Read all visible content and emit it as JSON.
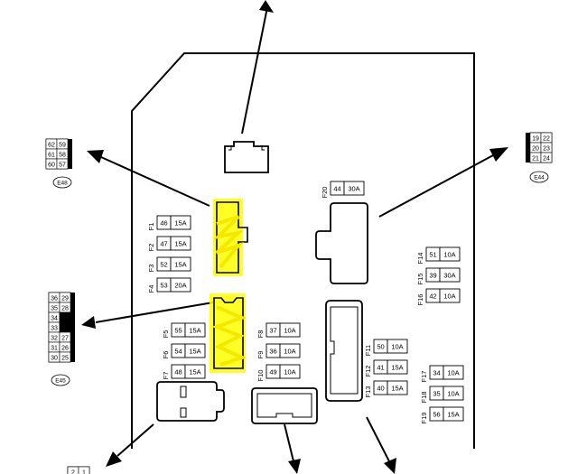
{
  "connectors": [
    {
      "id": "E48",
      "pins": [
        [
          "62",
          "59"
        ],
        [
          "61",
          "58"
        ],
        [
          "60",
          "57"
        ]
      ]
    },
    {
      "id": "E44",
      "pins": [
        [
          "19",
          "22"
        ],
        [
          "20",
          "23"
        ],
        [
          "21",
          "24"
        ]
      ]
    },
    {
      "id": "E45",
      "pins": [
        [
          "36",
          "29"
        ],
        [
          "35",
          "28"
        ],
        [
          "34",
          ""
        ],
        [
          "33",
          ""
        ],
        [
          "32",
          "27"
        ],
        [
          "31",
          "26"
        ],
        [
          "30",
          "25"
        ]
      ]
    },
    {
      "pins": [
        [
          "2",
          "1"
        ]
      ]
    }
  ],
  "fuses": [
    {
      "name": "F1",
      "pin": "46",
      "rating": "15A"
    },
    {
      "name": "F2",
      "pin": "47",
      "rating": "15A"
    },
    {
      "name": "F3",
      "pin": "52",
      "rating": "15A"
    },
    {
      "name": "F4",
      "pin": "53",
      "rating": "20A"
    },
    {
      "name": "F5",
      "pin": "55",
      "rating": "15A"
    },
    {
      "name": "F6",
      "pin": "54",
      "rating": "15A"
    },
    {
      "name": "F7",
      "pin": "48",
      "rating": "15A"
    },
    {
      "name": "F8",
      "pin": "37",
      "rating": "10A"
    },
    {
      "name": "F9",
      "pin": "36",
      "rating": "10A"
    },
    {
      "name": "F10",
      "pin": "49",
      "rating": "10A"
    },
    {
      "name": "F11",
      "pin": "50",
      "rating": "10A"
    },
    {
      "name": "F12",
      "pin": "41",
      "rating": "15A"
    },
    {
      "name": "F13",
      "pin": "40",
      "rating": "15A"
    },
    {
      "name": "F14",
      "pin": "51",
      "rating": "10A"
    },
    {
      "name": "F15",
      "pin": "39",
      "rating": "30A"
    },
    {
      "name": "F16",
      "pin": "42",
      "rating": "10A"
    },
    {
      "name": "F17",
      "pin": "34",
      "rating": "10A"
    },
    {
      "name": "F18",
      "pin": "35",
      "rating": "10A"
    },
    {
      "name": "F19",
      "pin": "56",
      "rating": "15A"
    },
    {
      "name": "F20",
      "pin": "44",
      "rating": "30A"
    }
  ],
  "colors": {
    "line": "#000000",
    "highlight": "#ffff00",
    "background": "#ffffff"
  }
}
